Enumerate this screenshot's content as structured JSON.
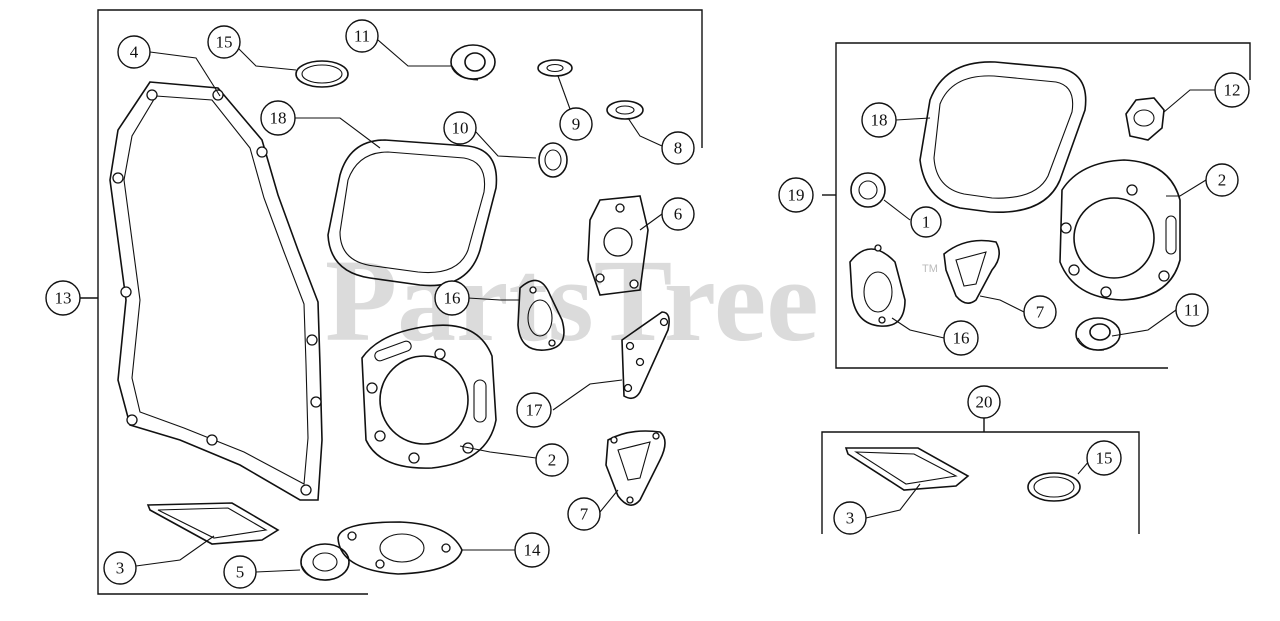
{
  "watermark": {
    "text": "PartsTree",
    "trademark": "TM"
  },
  "callouts": {
    "c13": "13",
    "c4": "4",
    "c15a": "15",
    "c11a": "11",
    "c9": "9",
    "c8": "8",
    "c18a": "18",
    "c10": "10",
    "c6": "6",
    "c16a": "16",
    "c17": "17",
    "c2a": "2",
    "c7a": "7",
    "c3a": "3",
    "c5": "5",
    "c14": "14",
    "c12": "12",
    "c18b": "18",
    "c19": "19",
    "c1": "1",
    "c2b": "2",
    "c7b": "7",
    "c16b": "16",
    "c11b": "11",
    "c20": "20",
    "c3b": "3",
    "c15b": "15"
  }
}
